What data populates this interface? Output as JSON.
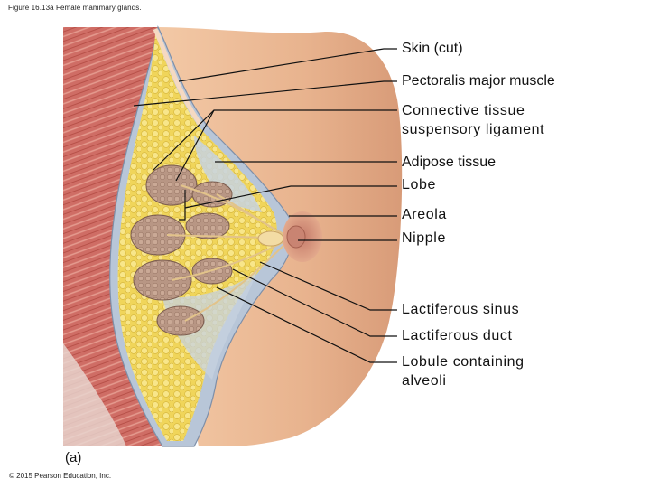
{
  "figure_title": "Figure 16.13a Female mammary glands.",
  "copyright": "© 2015 Pearson Education, Inc.",
  "panel_letter": "(a)",
  "labels": [
    {
      "id": "skin",
      "text": "Skin (cut)"
    },
    {
      "id": "pectoralis",
      "text": "Pectoralis major muscle"
    },
    {
      "id": "connective1",
      "text": "Connective tissue"
    },
    {
      "id": "connective2",
      "text": "suspensory ligament"
    },
    {
      "id": "adipose",
      "text": "Adipose tissue"
    },
    {
      "id": "lobe",
      "text": "Lobe"
    },
    {
      "id": "areola",
      "text": "Areola"
    },
    {
      "id": "nipple",
      "text": "Nipple"
    },
    {
      "id": "sinus",
      "text": "Lactiferous sinus"
    },
    {
      "id": "duct",
      "text": "Lactiferous duct"
    },
    {
      "id": "lobule1",
      "text": "Lobule containing"
    },
    {
      "id": "lobule2",
      "text": "alveoli"
    }
  ],
  "colors": {
    "skin_tone": "#e7b48f",
    "muscle": "#c9605a",
    "adipose": "#f2d95c",
    "lobe": "#bf9a86",
    "connective": "#aab7c8",
    "leader_line": "#111111"
  }
}
